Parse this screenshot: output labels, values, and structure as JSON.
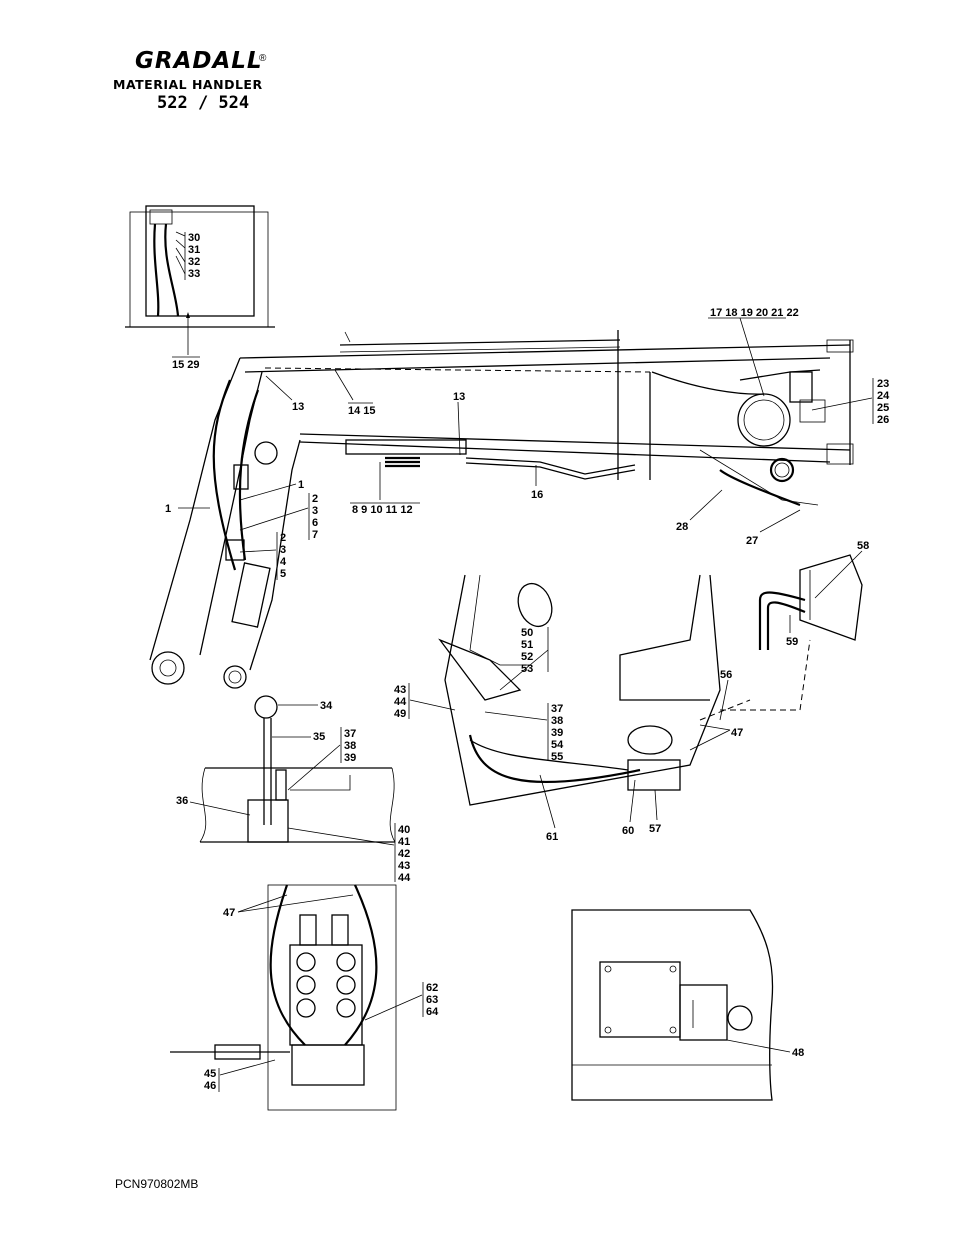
{
  "header": {
    "brand": "GRADALL",
    "registered": "®",
    "subtitle": "MATERIAL HANDLER",
    "model": "522 / 524"
  },
  "footer": {
    "pcn": "PCN970802MB"
  },
  "callouts": {
    "c1": "1",
    "c1b": "1",
    "c2_7": [
      "2",
      "3",
      "6",
      "7"
    ],
    "c2_5": [
      "2",
      "3",
      "4",
      "5"
    ],
    "c8_12": "8  9 10 11 12",
    "c13a": "13",
    "c13b": "13",
    "c14_15": "14 15",
    "c15_29": "15  29",
    "c16": "16",
    "c17_22": "17 18 19 20 21 22",
    "c23_26": [
      "23",
      "24",
      "25",
      "26"
    ],
    "c27": "27",
    "c28": "28",
    "c30_33": [
      "30",
      "31",
      "32",
      "33"
    ],
    "c34": "34",
    "c35": "35",
    "c36": "36",
    "c37_39": [
      "37",
      "38",
      "39"
    ],
    "c40_44": [
      "40",
      "41",
      "42",
      "43",
      "44"
    ],
    "c43_49": [
      "43",
      "44",
      "49"
    ],
    "c37_55": [
      "37",
      "38",
      "39",
      "54",
      "55"
    ],
    "c45_46": [
      "45",
      "46"
    ],
    "c47a": "47",
    "c47b": "47",
    "c48": "48",
    "c50_53": [
      "50",
      "51",
      "52",
      "53"
    ],
    "c56": "56",
    "c57": "57",
    "c58": "58",
    "c59": "59",
    "c60": "60",
    "c61": "61",
    "c62_64": [
      "62",
      "63",
      "64"
    ]
  }
}
